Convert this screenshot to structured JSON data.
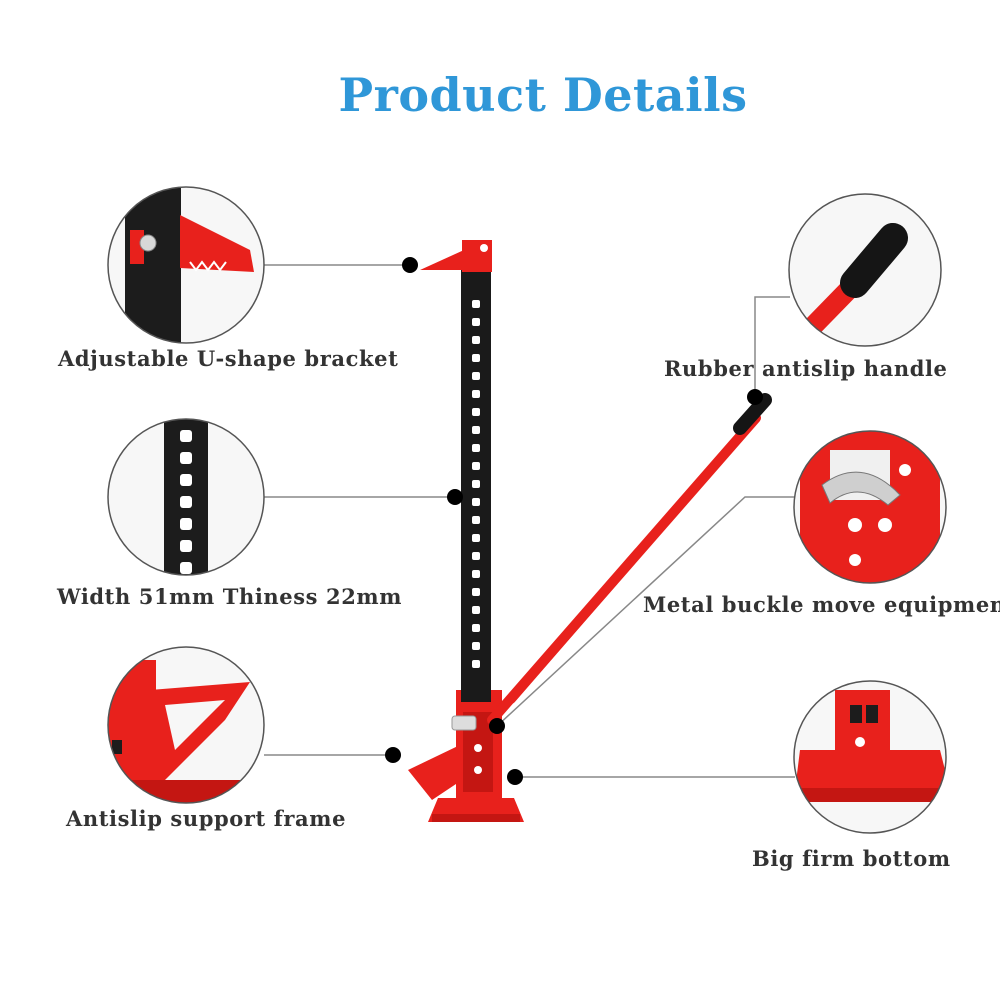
{
  "title": "Product Details",
  "labels": {
    "bracket": "Adjustable U-shape bracket",
    "width": "Width 51mm Thiness 22mm",
    "frame": "Antislip support frame",
    "handle": "Rubber antislip handle",
    "buckle": "Metal buckle move equipment",
    "bottom": "Big firm bottom"
  },
  "colors": {
    "title": "#2f97d8",
    "label": "#333333",
    "jack_red": "#e8211c",
    "bar_black": "#1a1a1a",
    "grip_black": "#151515",
    "circle_border": "#555555",
    "leader_line": "#888888"
  }
}
